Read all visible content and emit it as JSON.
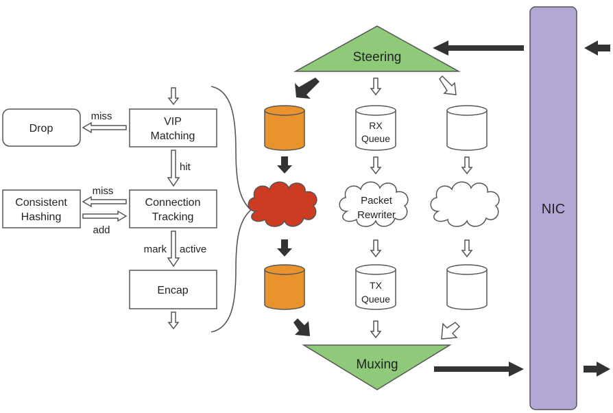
{
  "colors": {
    "nic_fill": "#b3a7d6",
    "triangle_fill": "#8fc97a",
    "orange_queue": "#e8932e",
    "red_cloud": "#cc3b22",
    "dark_arrow": "#333333",
    "outline": "#555555"
  },
  "pipeline": {
    "vip_matching": [
      "VIP",
      "Matching"
    ],
    "drop": "Drop",
    "miss_drop": "miss",
    "hit": "hit",
    "connection_tracking": [
      "Connection",
      "Tracking"
    ],
    "consistent_hashing": [
      "Consistent",
      "Hashing"
    ],
    "miss_hash": "miss",
    "add": "add",
    "mark": "mark",
    "active": "active",
    "encap": "Encap"
  },
  "steering": {
    "label": "Steering"
  },
  "muxing": {
    "label": "Muxing"
  },
  "nic": {
    "label": "NIC"
  },
  "lanes": {
    "rx_queue": [
      "RX",
      "Queue"
    ],
    "packet_rewriter": [
      "Packet",
      "Rewriter"
    ],
    "tx_queue": [
      "TX",
      "Queue"
    ]
  }
}
